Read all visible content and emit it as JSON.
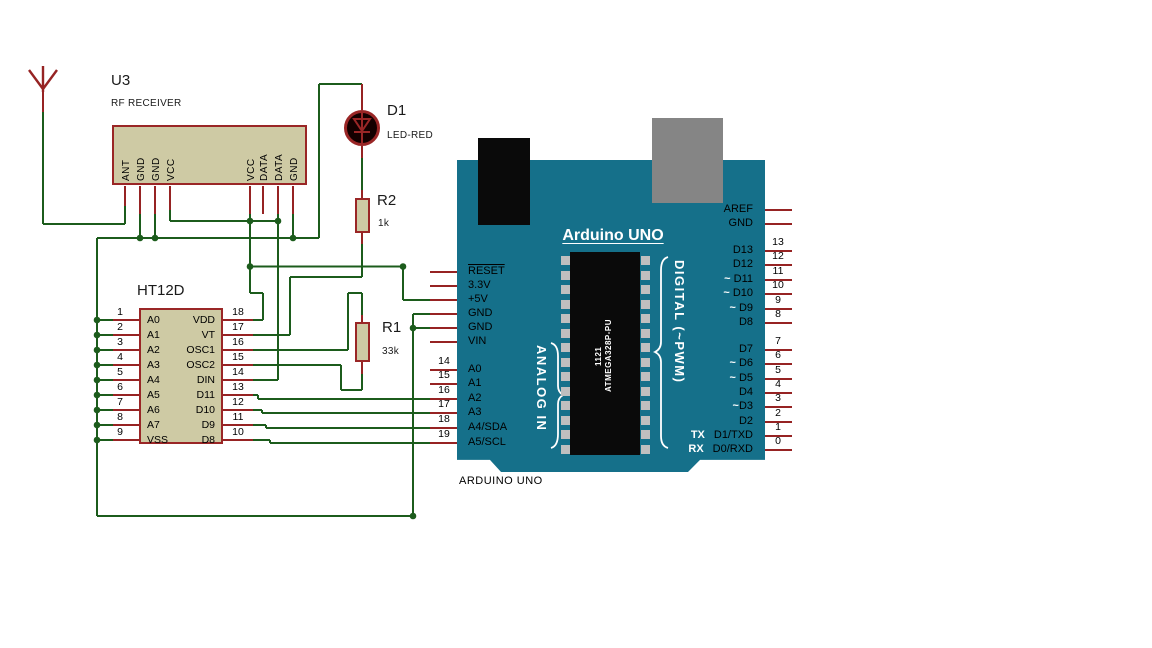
{
  "colors": {
    "wire": "#1c5c1c",
    "pin": "#962323",
    "component_fill": "#cecaa4",
    "component_border": "#9a2626",
    "board": "#15708a",
    "usb_gray": "#858585",
    "chip_black": "#0a0a0a",
    "white": "#ffffff"
  },
  "u3": {
    "ref": "U3",
    "value": "RF RECEIVER",
    "pins": [
      "ANT",
      "GND",
      "GND",
      "VCC",
      "VCC",
      "DATA",
      "DATA",
      "GND"
    ]
  },
  "d1": {
    "ref": "D1",
    "value": "LED-RED"
  },
  "r2": {
    "ref": "R2",
    "value": "1k"
  },
  "r1": {
    "ref": "R1",
    "value": "33k"
  },
  "ht12d": {
    "title": "HT12D",
    "left": [
      {
        "num": "1",
        "name": "A0"
      },
      {
        "num": "2",
        "name": "A1"
      },
      {
        "num": "3",
        "name": "A2"
      },
      {
        "num": "4",
        "name": "A3"
      },
      {
        "num": "5",
        "name": "A4"
      },
      {
        "num": "6",
        "name": "A5"
      },
      {
        "num": "7",
        "name": "A6"
      },
      {
        "num": "8",
        "name": "A7"
      },
      {
        "num": "9",
        "name": "VSS"
      }
    ],
    "right": [
      {
        "num": "18",
        "name": "VDD"
      },
      {
        "num": "17",
        "name": "VT"
      },
      {
        "num": "16",
        "name": "OSC1"
      },
      {
        "num": "15",
        "name": "OSC2"
      },
      {
        "num": "14",
        "name": "DIN"
      },
      {
        "num": "13",
        "name": "D11"
      },
      {
        "num": "12",
        "name": "D10"
      },
      {
        "num": "11",
        "name": "D9"
      },
      {
        "num": "10",
        "name": "D8"
      }
    ]
  },
  "arduino": {
    "title": "Arduino UNO",
    "caption": "ARDUINO UNO",
    "analog_label": "ANALOG IN",
    "digital_label": "DIGITAL (~PWM)",
    "chip": {
      "line1": "1121",
      "line2": "ATMEGA328P-PU"
    },
    "left_power": [
      {
        "label": "RESET",
        "overline": true
      },
      {
        "label": "3.3V"
      },
      {
        "label": "+5V"
      },
      {
        "label": "GND"
      },
      {
        "label": "GND"
      },
      {
        "label": "VIN"
      }
    ],
    "analog": [
      {
        "num": "14",
        "label": "A0"
      },
      {
        "num": "15",
        "label": "A1"
      },
      {
        "num": "16",
        "label": "A2"
      },
      {
        "num": "17",
        "label": "A3"
      },
      {
        "num": "18",
        "label": "A4/SDA"
      },
      {
        "num": "19",
        "label": "A5/SCL"
      }
    ],
    "right": [
      {
        "num": "",
        "label": "AREF",
        "pwm": ""
      },
      {
        "num": "",
        "label": "GND",
        "pwm": ""
      },
      {
        "num": "13",
        "label": "D13",
        "pwm": ""
      },
      {
        "num": "12",
        "label": "D12",
        "pwm": ""
      },
      {
        "num": "11",
        "label": "D11",
        "pwm": "~ "
      },
      {
        "num": "10",
        "label": "D10",
        "pwm": "~ "
      },
      {
        "num": "9",
        "label": "D9",
        "pwm": "~ "
      },
      {
        "num": "8",
        "label": "D8",
        "pwm": ""
      },
      {
        "num": "7",
        "label": "D7",
        "pwm": ""
      },
      {
        "num": "6",
        "label": "D6",
        "pwm": "~ "
      },
      {
        "num": "5",
        "label": "D5",
        "pwm": "~ "
      },
      {
        "num": "4",
        "label": "D4",
        "pwm": ""
      },
      {
        "num": "3",
        "label": "D3",
        "pwm": "~"
      },
      {
        "num": "2",
        "label": "D2",
        "pwm": ""
      },
      {
        "num": "1",
        "label": "D1/TXD",
        "pwm": "",
        "prefix": "TX"
      },
      {
        "num": "0",
        "label": "D0/RXD",
        "pwm": "",
        "prefix": "RX"
      }
    ]
  }
}
